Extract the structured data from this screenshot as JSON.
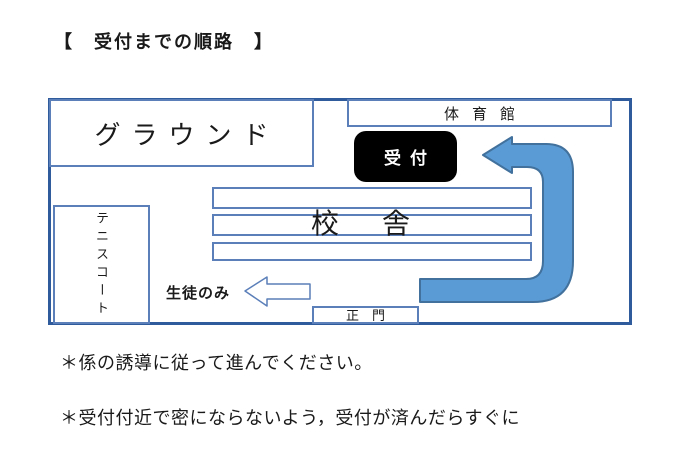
{
  "title": "【　受付までの順路　】",
  "map": {
    "ground": "グラウンド",
    "gym": "体育館",
    "reception": "受付",
    "school_building": "校舎",
    "tennis_court": "テニスコート",
    "main_gate": "正門",
    "students_only": "生徒のみ"
  },
  "notes": {
    "line1": "＊係の誘導に従って進んでください。",
    "line2": "＊受付付近で密にならないよう，受付が済んだらすぐに"
  },
  "icons": {
    "route_arrow": "curved-left-route-arrow",
    "students_arrow": "left-outline-arrow"
  },
  "colors": {
    "map_border": "#2f5b9d",
    "box_border": "#5b7fb9",
    "route_arrow_fill": "#5b9bd5",
    "route_arrow_stroke": "#41719c",
    "students_arrow_fill": "#ffffff",
    "reception_bg": "#000000",
    "reception_text": "#ffffff",
    "text": "#1a1a1a",
    "background": "#ffffff"
  }
}
